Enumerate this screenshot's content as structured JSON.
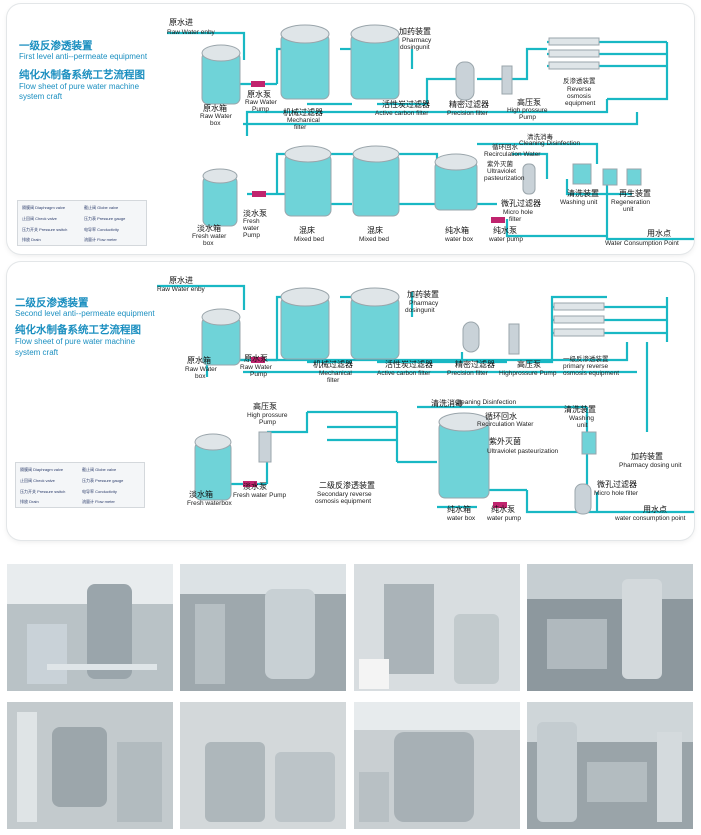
{
  "colors": {
    "pipe": "#19b8c4",
    "tank": "#6fd3d8",
    "steel": "#c9d2d8",
    "title": "#1b8fc0",
    "pump": "#c0246e"
  },
  "panel1": {
    "title_cn": "一级反渗透装置",
    "title_en": "First level anti--permeate equipment",
    "subtitle_cn": "纯化水制备系统工艺流程图",
    "subtitle_en1": "Flow sheet of pure water machine",
    "subtitle_en2": "system craft",
    "labels": {
      "raw_in_cn": "原水进",
      "raw_in_en": "Raw Water enby",
      "raw_box_cn": "原水箱",
      "raw_box_en1": "Raw Water",
      "raw_box_en2": "box",
      "raw_pump_cn": "原水泵",
      "raw_pump_en1": "Raw Water",
      "raw_pump_en2": "Pump",
      "mech_cn": "机械过滤器",
      "mech_en1": "Mechanical",
      "mech_en2": "filter",
      "carbon_cn": "活性炭过滤器",
      "carbon_en": "Active carbon filter",
      "pharm_cn": "加药装置",
      "pharm_en1": "Pharmacy",
      "pharm_en2": "dosingunit",
      "prec_cn": "精密过滤器",
      "prec_en": "Precision filter",
      "hp_cn": "高压泵",
      "hp_en1": "High prossure",
      "hp_en2": "Pump",
      "ro_cn": "反渗透装置",
      "ro_en1": "Reverse",
      "ro_en2": "osmosis",
      "ro_en3": "equipment",
      "fresh_box_cn": "淡水箱",
      "fresh_box_en1": "Fresh water",
      "fresh_box_en2": "box",
      "fresh_pump_cn": "淡水泵",
      "fresh_pump_en1": "Fresh",
      "fresh_pump_en2": "water",
      "fresh_pump_en3": "Pump",
      "mixed1_cn": "混床",
      "mixed1_en": "Mixed bed",
      "mixed2_cn": "混床",
      "mixed2_en": "Mixed bed",
      "pure_box_cn": "纯水箱",
      "pure_box_en": "water box",
      "pure_pump_cn": "纯水泵",
      "pure_pump_en": "water pump",
      "recirc_cn": "循环回水",
      "recirc_en": "Recirculation Water",
      "clean_cn": "清洗消毒",
      "clean_en": "Cleaning Disinfection",
      "uv_cn": "紫外灭菌",
      "uv_en1": "Ultraviolet",
      "uv_en2": "pasteurization",
      "micro_cn": "微孔过滤器",
      "micro_en1": "Micro hole",
      "micro_en2": "filter",
      "wash_cn": "清洗装置",
      "wash_en": "Washing unit",
      "regen_cn": "再生装置",
      "regen_en1": "Regeneration",
      "regen_en2": "unit",
      "use_cn": "用水点",
      "use_en": "Water Consumption Point"
    }
  },
  "panel2": {
    "title_cn": "二级反渗透装置",
    "title_en": "Second level anti--permeate equipment",
    "subtitle_cn": "纯化水制备系统工艺流程图",
    "subtitle_en1": "Flow sheet of pure water machine",
    "subtitle_en2": "system craft",
    "labels": {
      "raw_in_cn": "原水进",
      "raw_in_en": "Raw Water enby",
      "raw_box_cn": "原水箱",
      "raw_box_en1": "Raw Water",
      "raw_box_en2": "box",
      "raw_pump_cn": "原水泵",
      "raw_pump_en1": "Raw Water",
      "raw_pump_en2": "Pump",
      "mech_cn": "机械过滤器",
      "mech_en1": "Mechanical",
      "mech_en2": "filter",
      "carbon_cn": "活性炭过滤器",
      "carbon_en": "Active carbon filter",
      "pharm_cn": "加药装置",
      "pharm_en1": "Pharmacy",
      "pharm_en2": "dosingunit",
      "prec_cn": "精密过滤器",
      "prec_en": "Precision filter",
      "hp_cn": "高压泵",
      "hp_en": "Highprossure Pump",
      "primary_ro_cn": "一级反渗透装置",
      "primary_ro_en1": "primary reverse",
      "primary_ro_en2": "osmosis equipment",
      "hp2_cn": "高压泵",
      "hp2_en1": "High prossure",
      "hp2_en2": "Pump",
      "fresh_box_cn": "淡水箱",
      "fresh_box_en": "Fresh waterbox",
      "fresh_pump_cn": "淡水泵",
      "fresh_pump_en": "Fresh water Pump",
      "second_ro_cn": "二级反渗透装置",
      "second_ro_en1": "Secondary reverse",
      "second_ro_en2": "osmosis equipment",
      "clean_cn": "清洗消毒",
      "clean_en": "Cleaning Disinfection",
      "recirc_cn": "循环回水",
      "recirc_en": "Recirculation Water",
      "uv_cn": "紫外灭菌",
      "uv_en": "Ultraviolet pasteurization",
      "wash_cn": "清洗装置",
      "wash_en": "Washing",
      "wash_en2": "unit",
      "pharm2_cn": "加药装置",
      "pharm2_en": "Pharmacy dosing unit",
      "micro_cn": "微孔过滤器",
      "micro_en": "Micro hole filter",
      "pure_box_cn": "纯水箱",
      "pure_box_en": "water box",
      "pure_pump_cn": "纯水泵",
      "pure_pump_en": "water pump",
      "use_cn": "用水点",
      "use_en": "water consumption point"
    }
  },
  "legend": {
    "r1a": "隔膜阀 Diaphragm valve",
    "r1b": "截止阀 Globe valve",
    "r2a": "止回阀 Check valve",
    "r2b": "压力表 Pressure gauge",
    "r3a": "压力开关 Pressure switch",
    "r3b": "电导率 Conductivity",
    "r4a": "排放 Drain",
    "r4b": "流量计 Flow meter"
  },
  "photos": [
    {
      "id": "photo-1"
    },
    {
      "id": "photo-2"
    },
    {
      "id": "photo-3"
    },
    {
      "id": "photo-4"
    },
    {
      "id": "photo-5"
    },
    {
      "id": "photo-6"
    },
    {
      "id": "photo-7"
    },
    {
      "id": "photo-8"
    }
  ]
}
